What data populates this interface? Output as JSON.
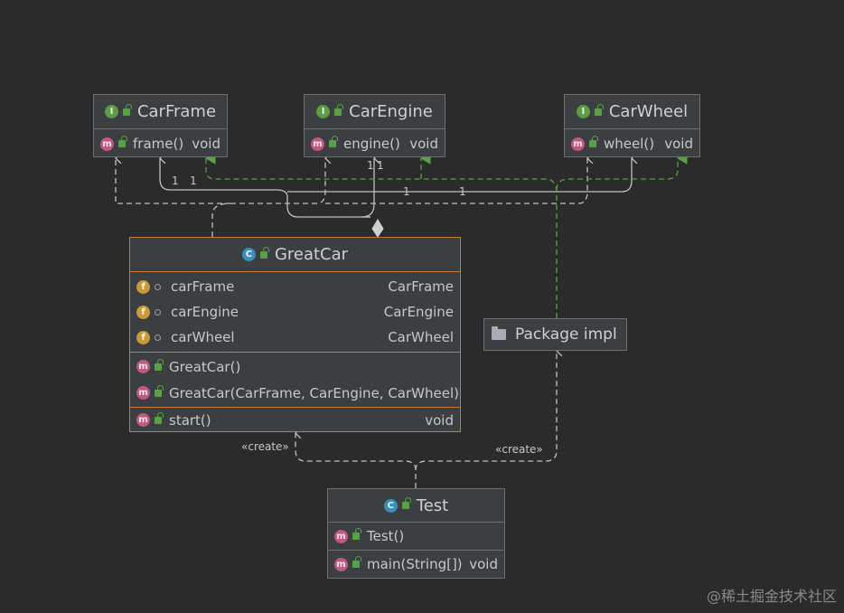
{
  "nodes": {
    "carframe": {
      "title": "CarFrame",
      "kind_icon": "interface-icon",
      "methods": [
        {
          "name": "frame()",
          "type": "void",
          "icon": "abstract-method-icon"
        }
      ]
    },
    "carengine": {
      "title": "CarEngine",
      "kind_icon": "interface-icon",
      "methods": [
        {
          "name": "engine()",
          "type": "void",
          "icon": "abstract-method-icon"
        }
      ]
    },
    "carwheel": {
      "title": "CarWheel",
      "kind_icon": "interface-icon",
      "methods": [
        {
          "name": "wheel()",
          "type": "void",
          "icon": "abstract-method-icon"
        }
      ]
    },
    "greatcar": {
      "title": "GreatCar",
      "kind_icon": "class-icon",
      "fields": [
        {
          "name": "carFrame",
          "type": "CarFrame"
        },
        {
          "name": "carEngine",
          "type": "CarEngine"
        },
        {
          "name": "carWheel",
          "type": "CarWheel"
        }
      ],
      "constructors": [
        {
          "name": "GreatCar()"
        },
        {
          "name": "GreatCar(CarFrame, CarEngine, CarWheel)"
        }
      ],
      "methods": [
        {
          "name": "start()",
          "type": "void"
        }
      ]
    },
    "package": {
      "title": "Package impl",
      "icon": "folder-icon"
    },
    "test": {
      "title": "Test",
      "kind_icon": "runnable-class-icon",
      "constructors": [
        {
          "name": "Test()"
        }
      ],
      "methods": [
        {
          "name": "main(String[])",
          "type": "void"
        }
      ]
    }
  },
  "edge_labels": {
    "create_left": "«create»",
    "create_right": "«create»",
    "mult_frame_a": "1",
    "mult_frame_b": "1",
    "mult_engine_a": "1",
    "mult_engine_b": "1",
    "mult_wheel_a": "1",
    "mult_wheel_b": "1"
  },
  "colors": {
    "background": "#2b2b2b",
    "node_fill": "#3c3f41",
    "selected_border": "#c77b2e",
    "realization_edge": "#5aa046",
    "dependency_edge": "#bfbfbf"
  },
  "watermark": "@稀土掘金技术社区"
}
